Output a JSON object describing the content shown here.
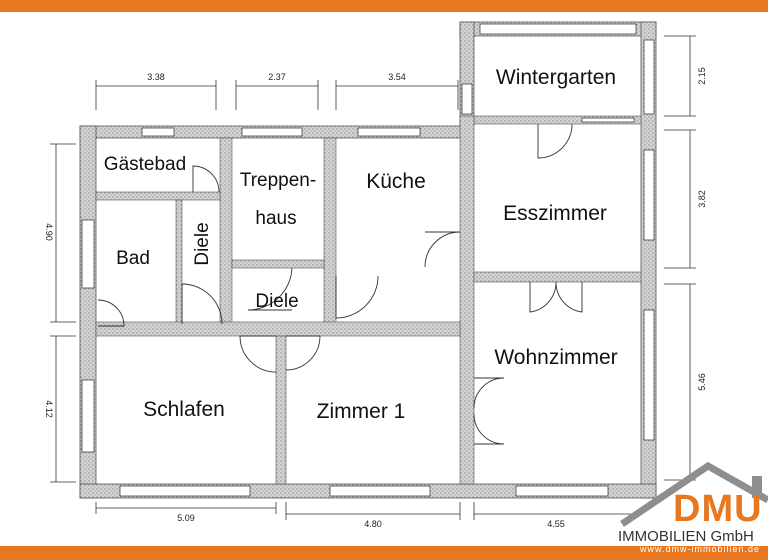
{
  "colors": {
    "brand": "#E87722",
    "wall": "#C9C9C9",
    "line": "#333333"
  },
  "rooms": {
    "wintergarten": "Wintergarten",
    "gaestebad": "Gästebad",
    "treppenhaus_1": "Treppen-",
    "treppenhaus_2": "haus",
    "kueche": "Küche",
    "esszimmer": "Esszimmer",
    "bad": "Bad",
    "diele_vertical": "Diele",
    "diele": "Diele",
    "wohnzimmer": "Wohnzimmer",
    "schlafen": "Schlafen",
    "zimmer1": "Zimmer 1"
  },
  "dimensions": {
    "top_1": "3.38",
    "top_2": "2.37",
    "top_3": "3.54",
    "left_upper": "4.90",
    "left_lower": "4.12",
    "right_1": "2.15",
    "right_2": "3.82",
    "right_3": "5.46",
    "bottom_1": "5.09",
    "bottom_2": "4.80",
    "bottom_3": "4.55"
  },
  "logo": {
    "icon": "house-roof-icon",
    "name": "DMU",
    "subtitle": "IMMOBILIEN GmbH",
    "url": "www.dmw-immobilien.de"
  }
}
